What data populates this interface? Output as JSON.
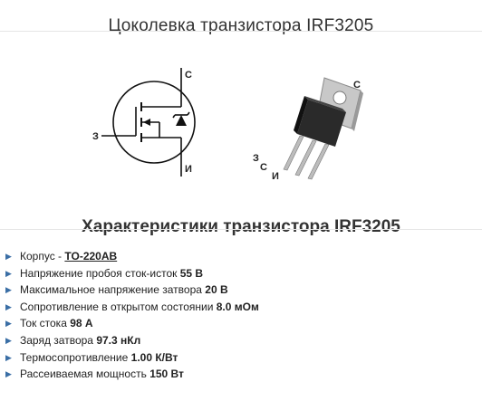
{
  "title": "Цоколевка транзистора IRF3205",
  "schematic": {
    "gate": "З",
    "drain": "С",
    "source": "И"
  },
  "package": {
    "gate": "З",
    "drain_mid": "С",
    "source": "И",
    "drain_tab": "С"
  },
  "section_title": "Характеристики транзистора IRF3205",
  "specs": [
    {
      "label": "Корпус - ",
      "value": "TO-220AB",
      "link": true
    },
    {
      "label": "Напряжение пробоя сток-исток ",
      "value": "55 В"
    },
    {
      "label": "Максимальное напряжение затвора ",
      "value": "20 В"
    },
    {
      "label": "Сопротивление в открытом состоянии ",
      "value": "8.0 мОм"
    },
    {
      "label": "Ток стока ",
      "value": "98 А"
    },
    {
      "label": "Заряд затвора ",
      "value": "97.3 нКл"
    },
    {
      "label": "Термосопротивление ",
      "value": "1.00 К/Вт"
    },
    {
      "label": "Рассеиваемая мощность ",
      "value": "150 Вт"
    }
  ]
}
